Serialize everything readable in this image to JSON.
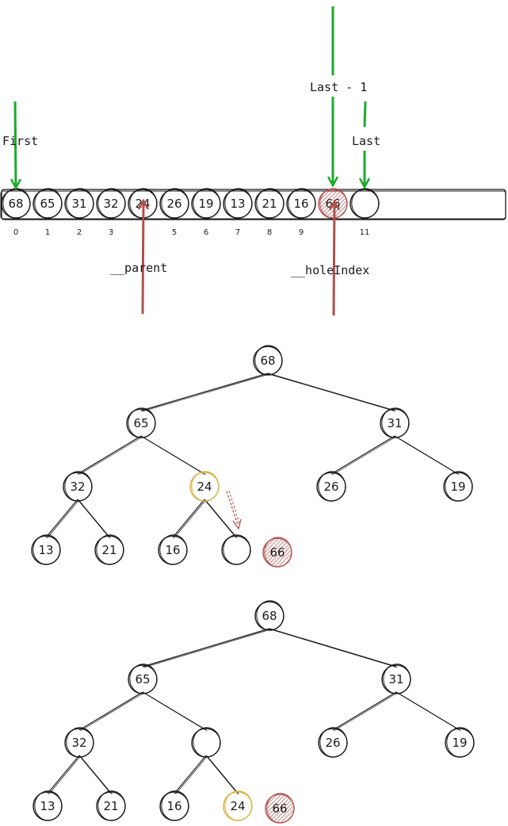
{
  "array": {
    "values": [
      "68",
      "65",
      "31",
      "32",
      "24",
      "26",
      "19",
      "13",
      "21",
      "16",
      "66",
      ""
    ],
    "indices": [
      "0",
      "1",
      "2",
      "3",
      "",
      "5",
      "6",
      "7",
      "8",
      "9",
      "",
      "11"
    ],
    "highlight": {
      "10": "red"
    }
  },
  "pointers": {
    "first": "First",
    "last_minus_1": "Last - 1",
    "last": "Last",
    "parent": "__parent",
    "hole_index": "__holeIndex"
  },
  "tree1": {
    "nodes": [
      "68",
      "65",
      "31",
      "32",
      "24",
      "26",
      "19",
      "13",
      "21",
      "16",
      ""
    ],
    "highlight": {
      "4": "yellow"
    },
    "extra": "66"
  },
  "tree2": {
    "nodes": [
      "68",
      "65",
      "31",
      "32",
      "",
      "26",
      "19",
      "13",
      "21",
      "16",
      "24"
    ],
    "highlight": {
      "10": "yellow"
    },
    "extra": "66"
  },
  "colors": {
    "green": "#1aab2a",
    "red": "#b0504c",
    "yellow": "#d8b040",
    "ink": "#1a1a1a"
  }
}
